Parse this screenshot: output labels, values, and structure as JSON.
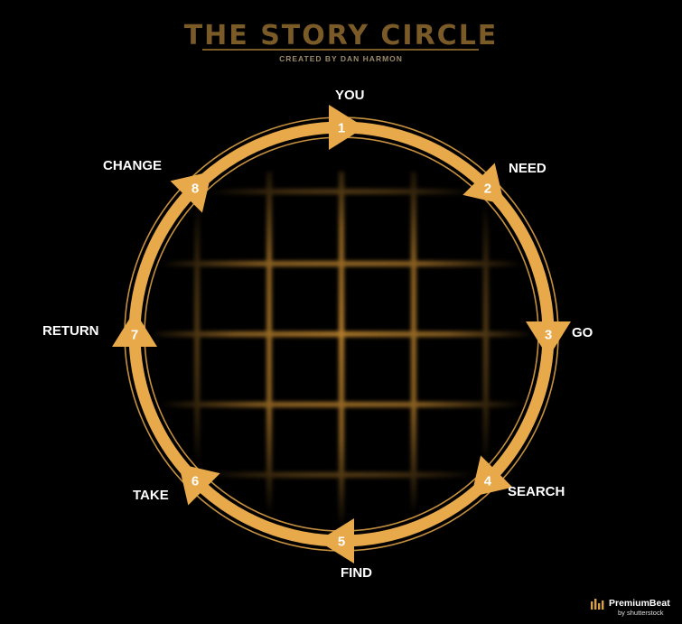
{
  "header": {
    "title": "THE STORY CIRCLE",
    "subtitle": "CREATED BY DAN HARMON"
  },
  "colors": {
    "background": "#000000",
    "accent": "#e8a94a",
    "title": "#7a5a26",
    "grid": "#b07a2a",
    "label": "#ffffff"
  },
  "steps": [
    {
      "number": "1",
      "label": "YOU"
    },
    {
      "number": "2",
      "label": "NEED"
    },
    {
      "number": "3",
      "label": "GO"
    },
    {
      "number": "4",
      "label": "SEARCH"
    },
    {
      "number": "5",
      "label": "FIND"
    },
    {
      "number": "6",
      "label": "TAKE"
    },
    {
      "number": "7",
      "label": "RETURN"
    },
    {
      "number": "8",
      "label": "CHANGE"
    }
  ],
  "logo": {
    "name": "PremiumBeat",
    "sub": "by shutterstock",
    "icon": "equalizer-bars-icon"
  }
}
